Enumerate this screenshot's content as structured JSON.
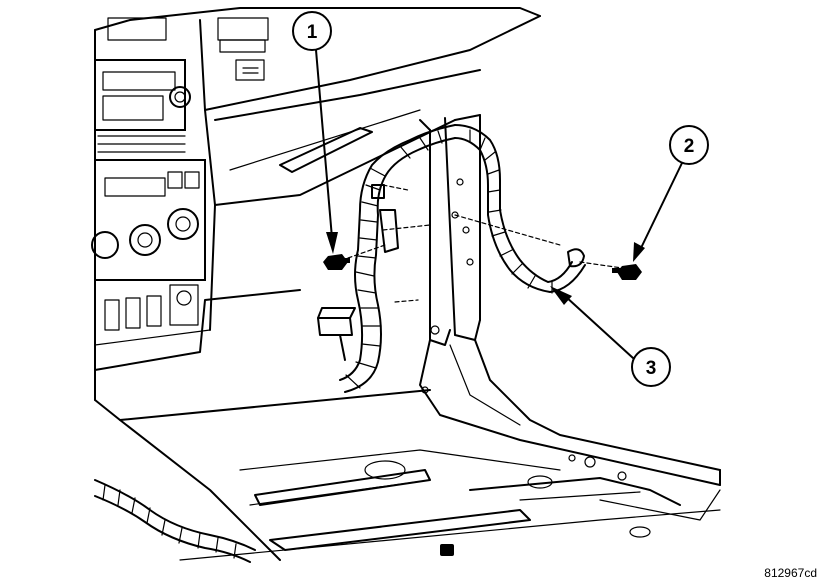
{
  "figure": {
    "id_label": "812967cd"
  },
  "callouts": [
    {
      "number": "1",
      "target": "bolt"
    },
    {
      "number": "2",
      "target": "bolt"
    },
    {
      "number": "3",
      "target": "wire-harness"
    }
  ],
  "colors": {
    "line": "#000000",
    "background": "#ffffff"
  }
}
